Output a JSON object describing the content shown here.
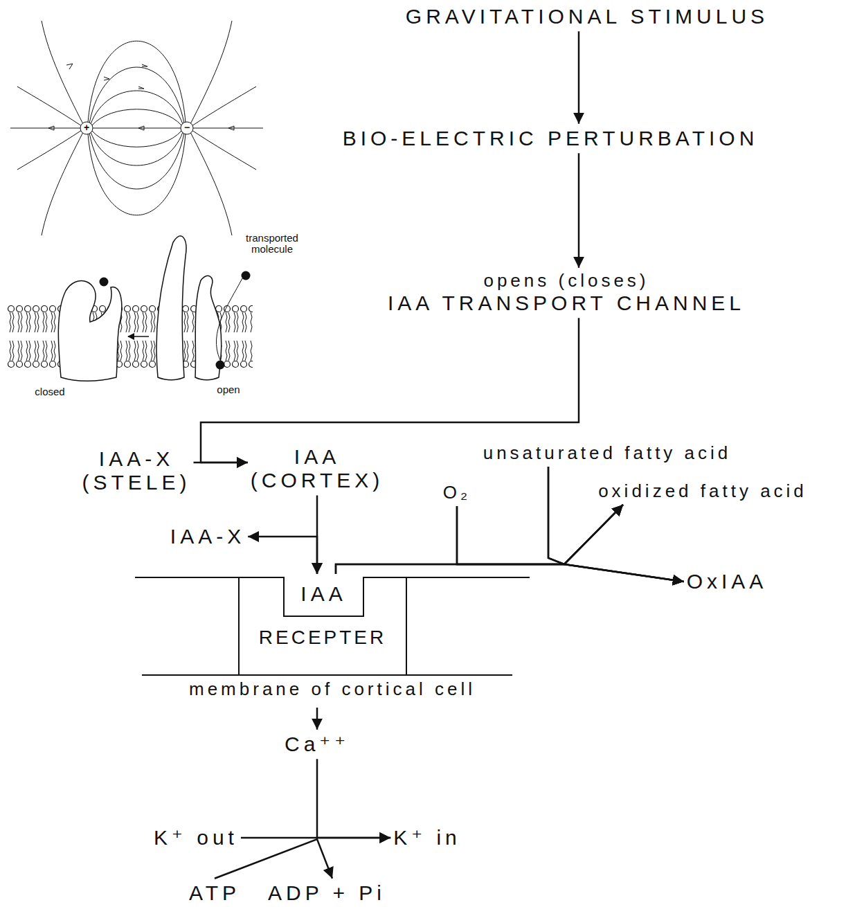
{
  "diagram": {
    "nodes": [
      {
        "text": [
          "GRAVITATIONAL STIMULUS"
        ]
      },
      {
        "text": [
          "BIO-ELECTRIC PERTURBATION"
        ]
      },
      {
        "text": [
          "opens (closes)",
          "IAA TRANSPORT CHANNEL"
        ]
      },
      {
        "text": [
          "IAA-X (STELE)"
        ]
      },
      {
        "text": [
          "IAA (CORTEX)"
        ]
      },
      {
        "text": [
          "IAA-X"
        ]
      },
      {
        "text": [
          "IAA",
          "RECEPTER",
          "membrane of cortical cell"
        ]
      },
      {
        "text": [
          "unsaturated fatty acid"
        ]
      },
      {
        "text": [
          "oxidized fatty acid"
        ]
      },
      {
        "text": [
          "OxIAA"
        ]
      },
      {
        "text": [
          "O₂"
        ]
      },
      {
        "text": [
          "Ca⁺⁺"
        ]
      },
      {
        "text": [
          "K⁺ out"
        ]
      },
      {
        "text": [
          "K⁺ in"
        ]
      },
      {
        "text": [
          "ATP"
        ]
      },
      {
        "text": [
          "ADP + Pi"
        ]
      }
    ],
    "edges": [
      {
        "from": 0,
        "to": 1,
        "arrow": "to"
      },
      {
        "from": 1,
        "to": 2,
        "arrow": "to"
      },
      {
        "from": 2,
        "to": 4,
        "arrow": "to"
      },
      {
        "from": 3,
        "to": 4,
        "arrow": "to"
      },
      {
        "from": 4,
        "to": 6,
        "arrow": "to"
      },
      {
        "from": 5,
        "to": 6,
        "arrow": "both"
      },
      {
        "from": 6,
        "to": 8,
        "arrow": "to"
      },
      {
        "from": 6,
        "to": 9,
        "arrow": "to"
      },
      {
        "from": 7,
        "to": 8,
        "arrow": "to"
      },
      {
        "from": 7,
        "to": 9,
        "arrow": "to"
      },
      {
        "from": 10,
        "to": 8,
        "arrow": "to"
      },
      {
        "from": 10,
        "to": 9,
        "arrow": "to"
      },
      {
        "from": 6,
        "to": 11,
        "arrow": "to"
      },
      {
        "from": 11,
        "to": 13,
        "arrow": "to"
      },
      {
        "from": 12,
        "to": 13,
        "arrow": "to"
      },
      {
        "from": 14,
        "to": 15,
        "arrow": "to"
      }
    ],
    "labels": [
      "+",
      "−",
      "transported molecule",
      "closed",
      "open"
    ]
  }
}
